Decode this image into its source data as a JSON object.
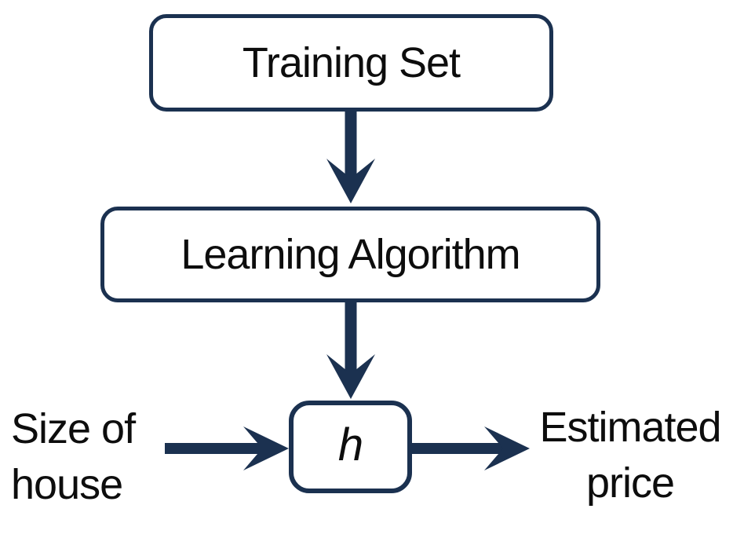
{
  "diagram": {
    "nodes": {
      "training_set": "Training Set",
      "learning_algorithm": "Learning Algorithm",
      "hypothesis": "h"
    },
    "labels": {
      "input_line1": "Size of",
      "input_line2": "house",
      "output_line1": "Estimated",
      "output_line2": "price"
    }
  },
  "colors": {
    "arrow": "#1b3150",
    "box_border": "#1b3150",
    "text": "#0d0d0d",
    "background": "#ffffff"
  }
}
